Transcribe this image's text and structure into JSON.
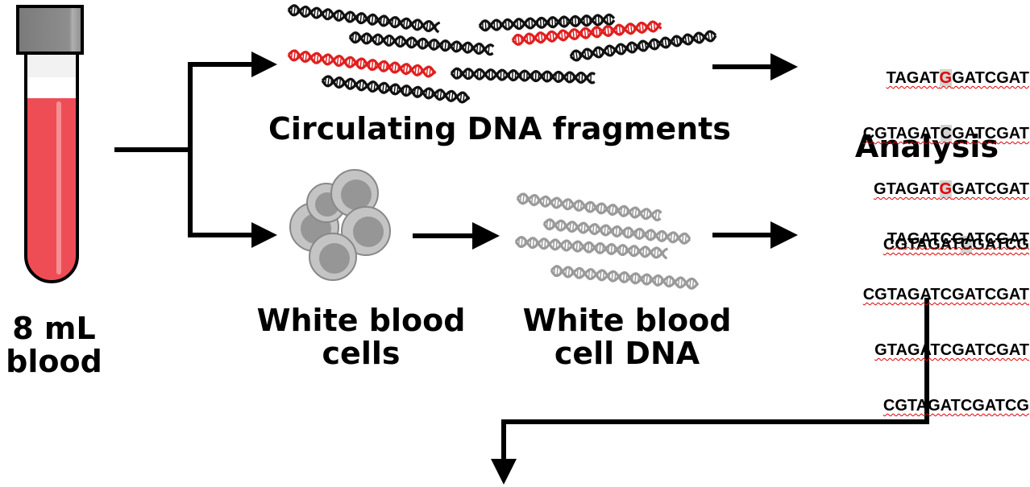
{
  "labels": {
    "blood": [
      "8 mL",
      "blood"
    ],
    "circulating_dna": "Circulating DNA fragments",
    "analysis": "Analysis",
    "wbc": [
      "White blood",
      "cells"
    ],
    "wbc_dna": [
      "White blood",
      "cell DNA"
    ]
  },
  "sequences_top": [
    {
      "pre": "TAGAT",
      "mid": "G",
      "post": "GATCGAT",
      "variant": true
    },
    {
      "pre": "CGTAGAT",
      "mid": "C",
      "post": "GATCGAT",
      "variant": false
    },
    {
      "pre": "GTAGAT",
      "mid": "G",
      "post": "GATCGAT",
      "variant": true
    },
    {
      "pre": "CGTAGAT",
      "mid": "C",
      "post": "GATCG",
      "variant": false
    }
  ],
  "sequences_bottom": [
    "TAGATCGATCGAT",
    "CGTAGATCGATCGAT",
    "GTAGATCGATCGAT",
    "CGTAGATCGATCG"
  ],
  "colors": {
    "blood": "#ee4d55",
    "tube_cap": "#8a8a8a",
    "mutant_dna": "#e01f1f",
    "normal_dna": "#111111",
    "wbc_dna": "#9a9a9a",
    "cell": "#c4c4c4",
    "cell_nucleus": "#969696",
    "arrow": "#000000",
    "highlight": "#d4d4d4"
  }
}
